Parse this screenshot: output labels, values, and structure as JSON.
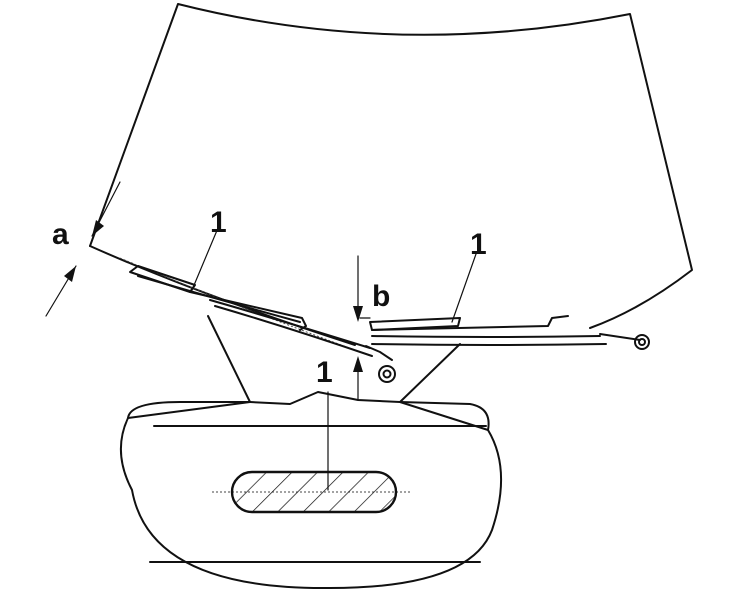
{
  "labels": {
    "a": "a",
    "b": "b",
    "wiper_left": "1",
    "wiper_right": "1",
    "detail": "1"
  },
  "colors": {
    "line": "#111111",
    "background": "#ffffff"
  }
}
